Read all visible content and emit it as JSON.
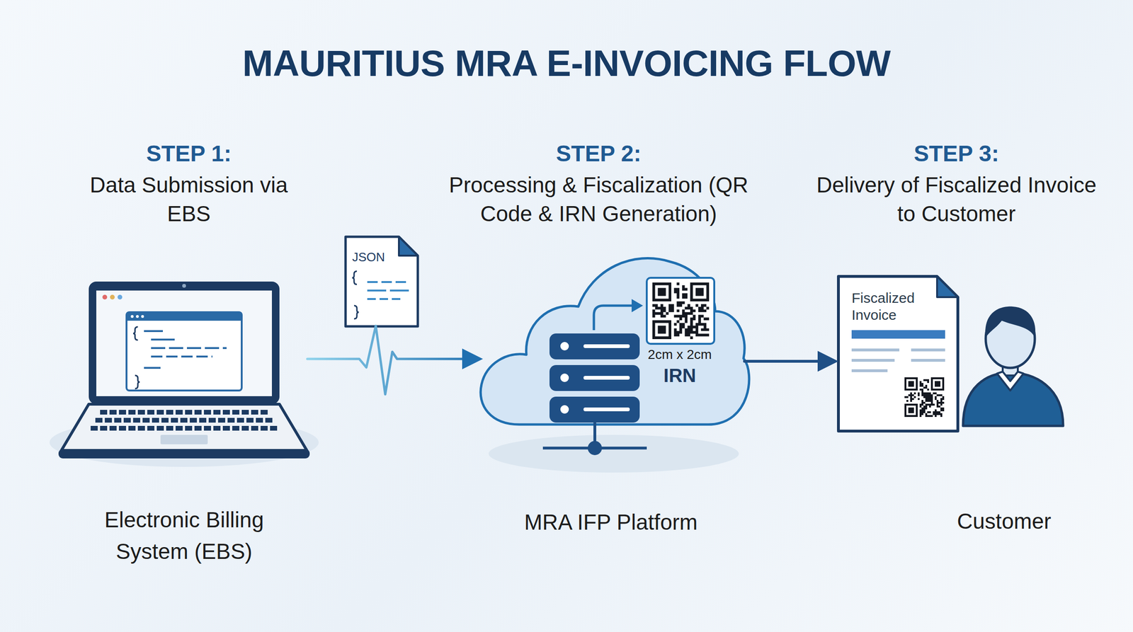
{
  "diagram": {
    "title": "MAURITIUS MRA E-INVOICING FLOW",
    "nodes": [
      {
        "text": [
          "Electronic Billing System (EBS)"
        ]
      },
      {
        "text": [
          "JSON"
        ]
      },
      {
        "text": [
          "2cm x 2cm",
          "IRN",
          "MRA IFP Platform"
        ]
      },
      {
        "text": [
          "Fiscalized Invoice"
        ]
      },
      {
        "text": [
          "Customer"
        ]
      }
    ],
    "edges": [
      {
        "from": 0,
        "to": 2,
        "arrow": "to"
      },
      {
        "from": 2,
        "to": 3,
        "arrow": "to"
      }
    ],
    "labels": [
      "STEP 1:",
      "Data Submission via EBS",
      "STEP 2:",
      "Processing & Fiscalization (QR Code & IRN Generation)",
      "STEP 3:",
      "Delivery of Fiscalized Invoice to Customer"
    ]
  }
}
